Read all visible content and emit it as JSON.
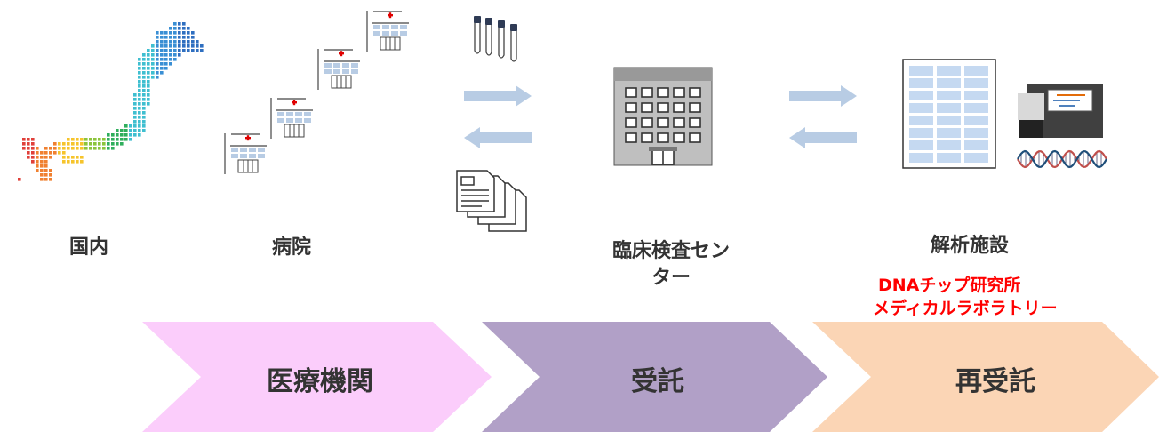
{
  "colors": {
    "arrow": "#b8cce4",
    "chevron_1": "#fbcdfb",
    "chevron_2": "#b1a0c7",
    "chevron_3": "#fbd5b5",
    "highlight_text": "#ff0000",
    "hospital_cross": "#e00000",
    "japan_palette": [
      "#e0403a",
      "#f08030",
      "#f6c42c",
      "#8cc43c",
      "#2fae5c",
      "#3fbfd0",
      "#3a8fd4",
      "#2f6fc0"
    ]
  },
  "icons": {
    "japan": "japan-map-icon",
    "hospital": "hospital-icon",
    "tubes": "sample-tubes-icon",
    "documents": "documents-icon",
    "building": "office-building-icon",
    "plate": "microarray-plate-icon",
    "sequencer": "sequencer-icon",
    "dna": "dna-icon"
  },
  "nodes": {
    "domestic": "国内",
    "hospital": "病院",
    "lab_center_line1": "臨床検査セン",
    "lab_center_line2": "ター",
    "analysis": "解析施設",
    "analysis_org_line1": "DNAチップ研究所",
    "analysis_org_line2": "メディカルラボラトリー"
  },
  "flow": {
    "stage1": "医療機関",
    "stage2": "受託",
    "stage3": "再受託"
  }
}
